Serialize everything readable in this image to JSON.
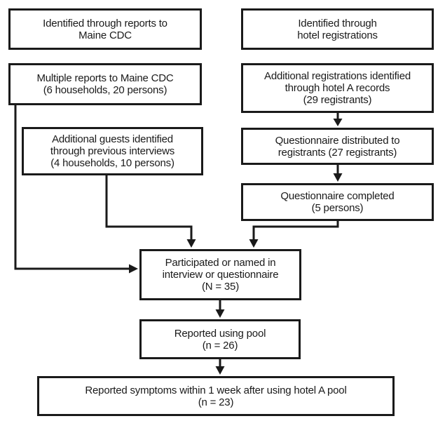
{
  "diagram": {
    "type": "flowchart",
    "colors": {
      "background": "#ffffff",
      "line": "#1a1a1a",
      "text": "#1a1a1a"
    },
    "boxes": {
      "identified_cdc": {
        "text": "Identified through reports to\nMaine CDC"
      },
      "multiple_reports": {
        "text": "Multiple reports to Maine CDC\n(6 households, 20 persons)"
      },
      "additional_guests": {
        "text": "Additional guests identified\nthrough previous interviews\n(4 households, 10 persons)"
      },
      "identified_hotel": {
        "text": "Identified through\nhotel registrations"
      },
      "additional_registrations": {
        "text": "Additional registrations identified\nthrough hotel A records\n(29 registrants)"
      },
      "questionnaire_distributed": {
        "text": "Questionnaire distributed to\nregistrants (27 registrants)"
      },
      "questionnaire_completed": {
        "text": "Questionnaire completed\n(5 persons)"
      },
      "participated": {
        "text": "Participated or named in\ninterview or questionnaire\n(N = 35)"
      },
      "reported_pool": {
        "text": "Reported using pool\n(n = 26)"
      },
      "reported_symptoms": {
        "text": "Reported symptoms within 1 week after using hotel A pool\n(n = 23)"
      }
    }
  }
}
